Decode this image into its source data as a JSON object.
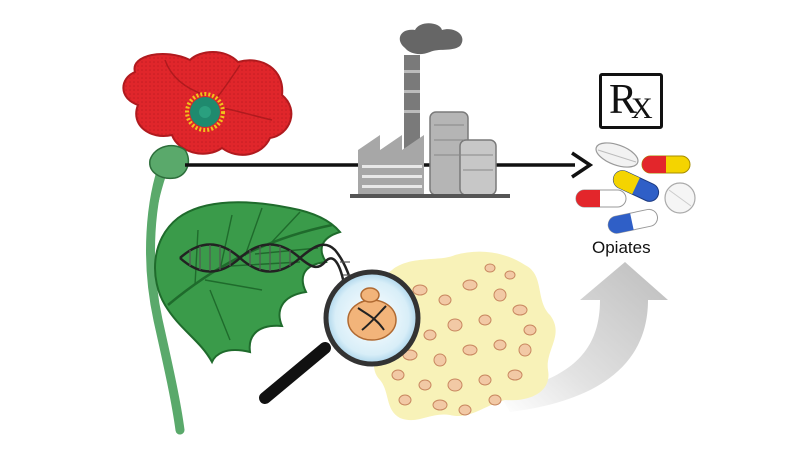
{
  "labels": {
    "opiates": "Opiates",
    "rx_r": "R",
    "rx_x": "X"
  },
  "colors": {
    "petal_red": "#e0262b",
    "petal_dark": "#b01a1e",
    "stem_green": "#5aa96b",
    "leaf_green": "#3a9b4a",
    "leaf_dark": "#1f6b2c",
    "yeast_bg": "#f8f2b8",
    "yeast_cell": "#f2c9a5",
    "factory_gray": "#9a9a9a",
    "arrow_gray": "#cfcfcf",
    "capsule_red": "#e3262b",
    "capsule_yellow": "#f4d400",
    "capsule_blue": "#2f5fc7"
  },
  "icons": [
    "poppy-flower-icon",
    "leaf-icon",
    "dna-helix-icon",
    "magnifying-glass-icon",
    "yeast-culture-icon",
    "factory-icon",
    "prescription-rx-icon",
    "pills-icon",
    "upward-arrow-icon"
  ]
}
